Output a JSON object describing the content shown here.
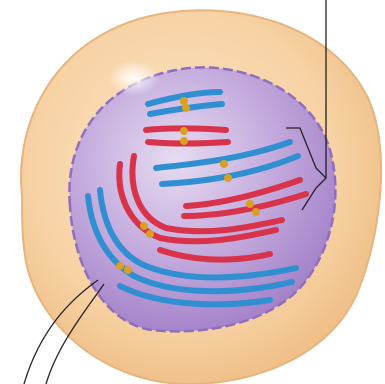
{
  "colors": {
    "background": "#ffffff",
    "cytoplasm_fill": "#f7d2a4",
    "cytoplasm_edge": "#e6b47f",
    "nucleus_fill": "#b79ad1",
    "nucleus_edge": "#8f6fbd",
    "chromosome_red": "#d8334a",
    "chromosome_blue": "#2f8fd0",
    "centromere": "#d9a11f",
    "leader_line": "#222222"
  },
  "icons": [
    "cell",
    "nucleus",
    "chromosome",
    "centromere",
    "leader-line",
    "bracket"
  ],
  "figure": {
    "chromosome_pairs": [
      {
        "color": "blue",
        "strands": 2
      },
      {
        "color": "red",
        "strands": 2
      },
      {
        "color": "blue",
        "strands": 2
      },
      {
        "color": "red",
        "strands": 2
      },
      {
        "color": "red",
        "strands": 2
      },
      {
        "color": "blue",
        "strands": 2
      }
    ]
  }
}
